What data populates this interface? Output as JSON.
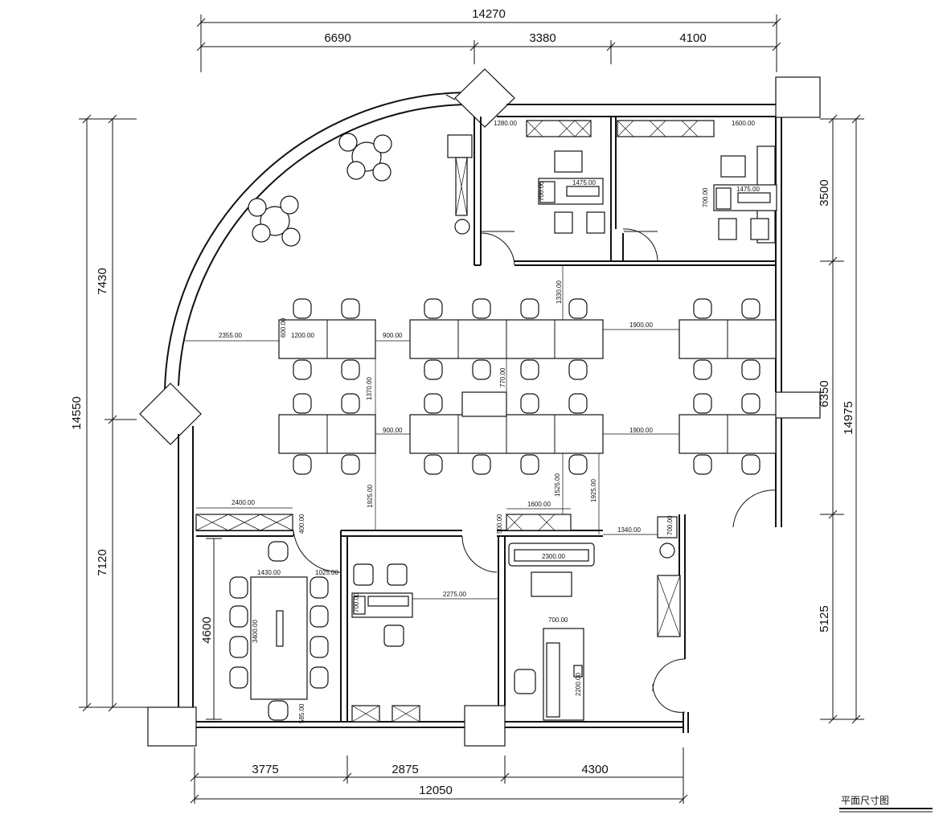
{
  "caption": "平面尺寸图",
  "top_dims": {
    "total": "14270",
    "seg1": "6690",
    "seg2": "3380",
    "seg3": "4100"
  },
  "bottom_dims": {
    "seg1": "3775",
    "seg2": "2875",
    "seg3": "4300",
    "total": "12050"
  },
  "left_dims": {
    "total": "14550",
    "upper": "7430",
    "lower": "7120",
    "meeting_depth": "4600"
  },
  "right_dims": {
    "total": "14975",
    "upper": "3500",
    "middle": "6350",
    "lower": "5125"
  },
  "interior_dims": [
    "1280.00",
    "1600.00",
    "1475.00",
    "1475.00",
    "700.00",
    "700.00",
    "1330.00",
    "2355.00",
    "1200.00",
    "600.00",
    "900.00",
    "1900.00",
    "1370.00",
    "770.00",
    "900.00",
    "1900.00",
    "1925.00",
    "1525.00",
    "1925.00",
    "2400.00",
    "400.00",
    "1600.00",
    "500.00",
    "1340.00",
    "1430.00",
    "1025.00",
    "3400.00",
    "585.00",
    "700.00",
    "2275.00",
    "2300.00",
    "700.00",
    "2200.00",
    "700.00"
  ]
}
